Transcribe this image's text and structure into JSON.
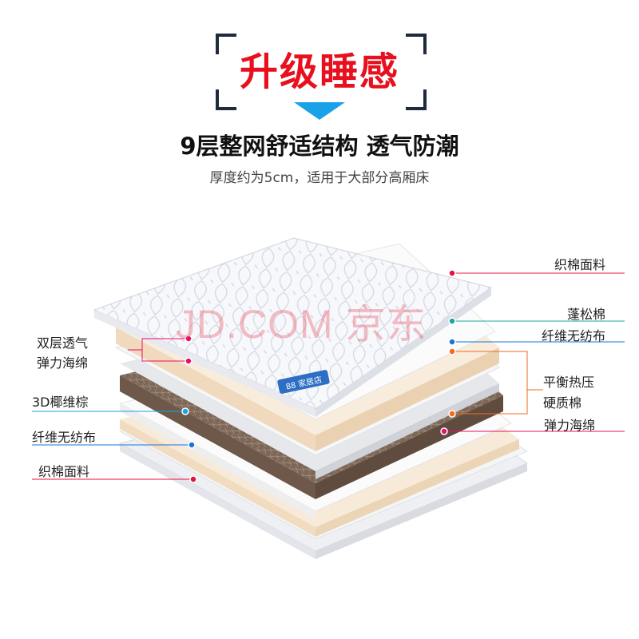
{
  "header": {
    "headline": "升级睡感",
    "subtitle": "9层整网舒适结构  透气防潮",
    "note": "厚度约为5cm，适用于大部分高厢床"
  },
  "watermark": "JD.COM 京东",
  "badge": "88 家居店",
  "layers_right": [
    {
      "label": "织棉面料",
      "color": "#e8103c"
    },
    {
      "label": "蓬松棉",
      "color": "#19a9a0"
    },
    {
      "label": "纤维无纺布",
      "color": "#1976d2"
    },
    {
      "label": "平衡热压",
      "color": "#f26a1b"
    },
    {
      "label": "硬质棉",
      "color": "#f26a1b"
    },
    {
      "label": "弹力海绵",
      "color": "#e8106a"
    }
  ],
  "layers_left": [
    {
      "label": "双层透气",
      "color": "#e8106a"
    },
    {
      "label": "弹力海绵",
      "color": "#e8106a"
    },
    {
      "label": "3D椰维棕",
      "color": "#19a2e8"
    },
    {
      "label": "纤维无纺布",
      "color": "#1976d2"
    },
    {
      "label": "织棉面料",
      "color": "#e8103c"
    }
  ],
  "colors": {
    "accent_red": "#e8101e",
    "arrow_blue": "#19a2e8",
    "bracket": "#1f2a3c"
  }
}
